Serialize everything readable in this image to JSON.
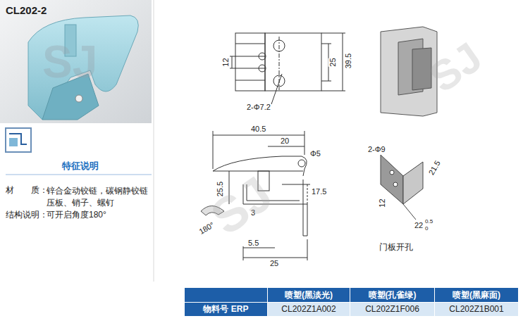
{
  "diagram": {
    "title": "CL202-2",
    "labels": [
      "特征说明",
      "材　　质：",
      "锌合金动铰链，碳钢静铰链压板、销子、螺钉",
      "结构说明：",
      "可开启角度180°",
      "12",
      "25",
      "39.5",
      "2-Φ7.2",
      "40.5",
      "20",
      "Φ5",
      "25.5",
      "3",
      "17.5",
      "5.5",
      "25",
      "180°",
      "2-Φ9",
      "21.5",
      "12",
      "22",
      "0.5",
      "0",
      "门板开孔",
      "喷塑(黑淡光)",
      "喷塑(孔雀绿)",
      "喷塑(黑麻面)",
      "物料号 ERP",
      "CL202Z1A002",
      "CL202Z1F006",
      "CL202Z1B001",
      "SJ",
      "SJ",
      "SJ"
    ]
  }
}
